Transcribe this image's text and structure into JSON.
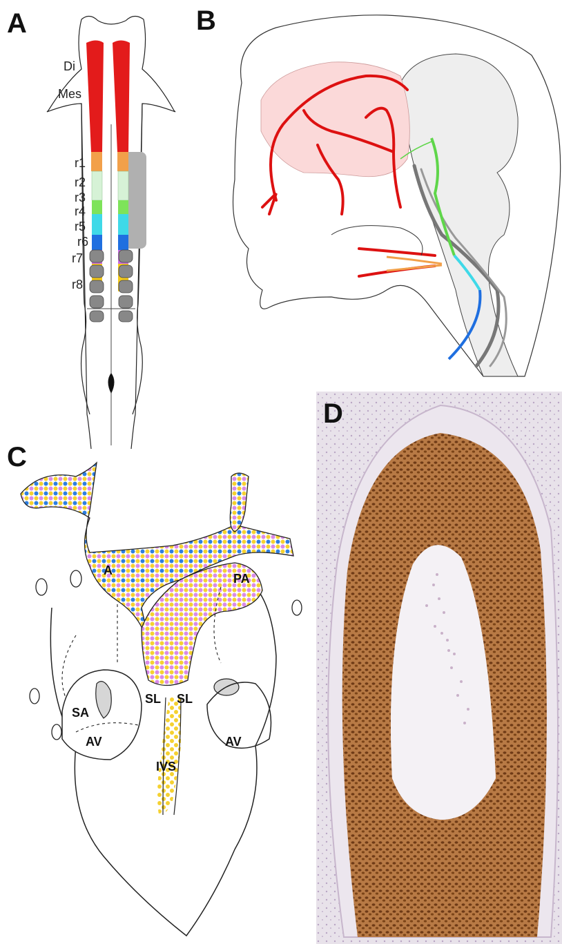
{
  "panels": {
    "a": {
      "letter": "A",
      "labels": {
        "di": "Di",
        "mes": "Mes",
        "r1": "r1",
        "r2": "r2",
        "r3": "r3",
        "r4": "r4",
        "r5": "r5",
        "r6": "r6",
        "r7": "r7",
        "r8": "r8"
      }
    },
    "b": {
      "letter": "B"
    },
    "c": {
      "letter": "C",
      "labels": {
        "a": "A",
        "pa": "PA",
        "sa": "SA",
        "sl_left": "SL",
        "sl_right": "SL",
        "av_left": "AV",
        "av_right": "AV",
        "ivs": "IVS"
      }
    },
    "d": {
      "letter": "D"
    }
  },
  "colors": {
    "di_mes": "#e31b1b",
    "r1": "#f2a04a",
    "r2_r3": "#d6f2d6",
    "r4": "#7ee35a",
    "r5": "#3fd9e8",
    "r6": "#1f6fe0",
    "r7": "#c86be0",
    "r8": "#f2c81a",
    "gray": "#9a9a9a",
    "tissue": "#9b5a2a",
    "dot_pink": "#d98ae8",
    "dot_yellow": "#f5d130",
    "dot_blue": "#2f7fe0"
  }
}
